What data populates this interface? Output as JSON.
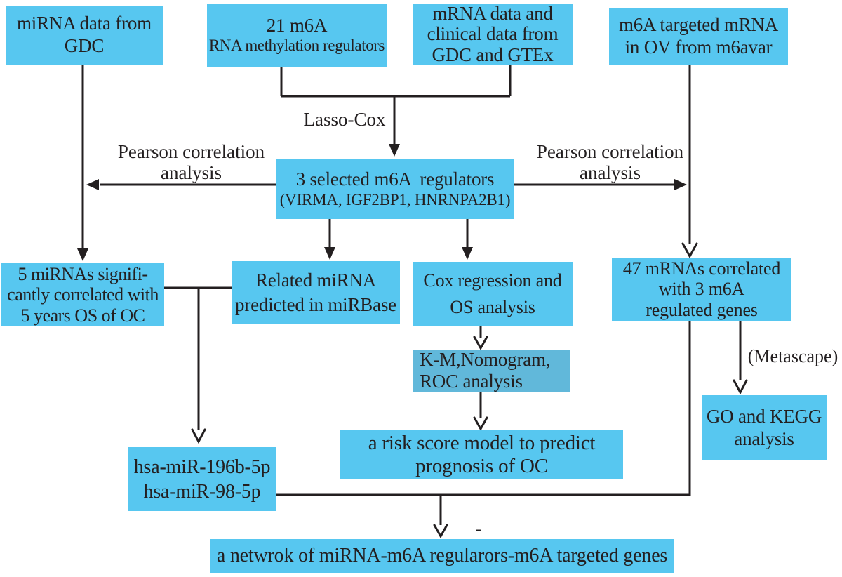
{
  "colors": {
    "box_fill": "#57C7F0",
    "box_fill_muted": "#61B8DA",
    "line": "#231F20",
    "text": "#231F20",
    "background": "#FFFFFF"
  },
  "boxes": {
    "mirna_gdc": {
      "lines": [
        "miRNA data from",
        "GDC"
      ]
    },
    "m6a_regulators": {
      "lines": [
        "21 m6A",
        "RNA methylation regulators"
      ]
    },
    "mrna_clinical": {
      "lines": [
        "mRNA data and",
        "clinical data from",
        "GDC and GTEx"
      ]
    },
    "m6a_targeted": {
      "lines": [
        "m6A targeted mRNA",
        "in OV from m6avar"
      ]
    },
    "selected_regulators": {
      "lines": [
        "3 selected m6A  regulators",
        "(VIRMA, IGF2BP1, HNRNPA2B1)"
      ]
    },
    "five_mirnas": {
      "lines": [
        "5 miRNAs signifi-",
        "cantly correlated with",
        "5 years OS of OC"
      ]
    },
    "related_mirna": {
      "lines": [
        "Related miRNA",
        "predicted in miRBase"
      ]
    },
    "cox_os": {
      "lines": [
        "Cox regression and",
        "OS analysis"
      ]
    },
    "mrnas_47": {
      "lines": [
        "47 mRNAs correlated",
        "with 3 m6A",
        "regulated genes"
      ]
    },
    "km_nomogram": {
      "lines": [
        "K-M,Nomogram,",
        "ROC analysis"
      ]
    },
    "go_kegg": {
      "lines": [
        "GO and KEGG",
        "analysis"
      ]
    },
    "risk_score": {
      "lines": [
        "a risk score model to predict",
        "prognosis of OC"
      ]
    },
    "hsa_mir": {
      "lines": [
        "hsa-miR-196b-5p",
        "hsa-miR-98-5p"
      ]
    },
    "network": {
      "lines": [
        "a netwrok of miRNA-m6A regularors-m6A targeted genes"
      ]
    }
  },
  "labels": {
    "lasso_cox": "Lasso-Cox",
    "pearson_left": {
      "lines": [
        "Pearson correlation",
        "analysis"
      ]
    },
    "pearson_right": {
      "lines": [
        "Pearson correlation",
        "analysis"
      ]
    },
    "metascape": "(Metascape)",
    "dash": "-"
  }
}
